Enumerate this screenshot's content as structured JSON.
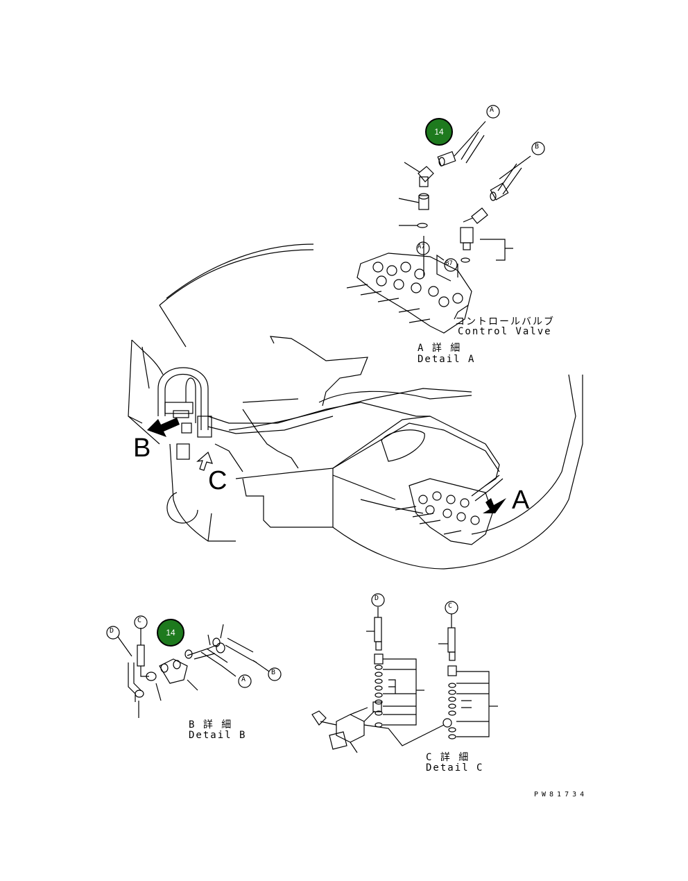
{
  "callouts": {
    "part_no": "14",
    "part_no_b": "14"
  },
  "connectors": {
    "a_top": "A",
    "b_top": "B",
    "a7": "A7",
    "b7": "B7",
    "d_b": "D",
    "c_b": "C",
    "a_b": "A",
    "b_b": "B",
    "d_c": "D",
    "c_c": "C"
  },
  "view_letters": {
    "a": "A",
    "b": "B",
    "c": "C"
  },
  "detail_a": {
    "jp_valve": "コントロールバルブ",
    "en_valve": "Control Valve",
    "jp": "A 詳 細",
    "en": "Detail A"
  },
  "detail_b": {
    "jp": "B 詳 細",
    "en": "Detail B"
  },
  "detail_c": {
    "jp": "C 詳 細",
    "en": "Detail C"
  },
  "drawing_number": "PW81734",
  "colors": {
    "callout_fill": "#1e7a1e",
    "line": "#000000"
  }
}
